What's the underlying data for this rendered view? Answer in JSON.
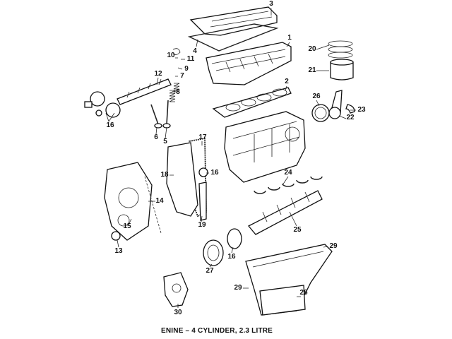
{
  "caption": "ENINE – 4 CYLINDER, 2.3 LITRE",
  "callouts": [
    "3",
    "1",
    "4",
    "10",
    "11",
    "9",
    "7",
    "12",
    "8",
    "2",
    "20",
    "21",
    "26",
    "23",
    "22",
    "16",
    "6",
    "5",
    "17",
    "18",
    "16",
    "24",
    "14",
    "15",
    "19",
    "25",
    "13",
    "16",
    "27",
    "29",
    "29",
    "28",
    "30"
  ]
}
